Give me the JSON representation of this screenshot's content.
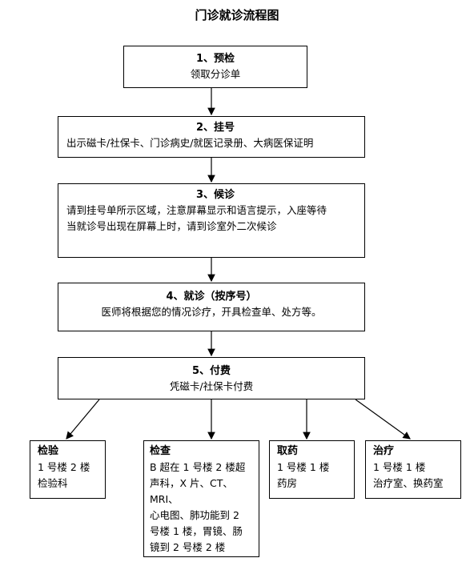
{
  "title": "门诊就诊流程图",
  "steps": [
    {
      "title": "1、预检",
      "text": "领取分诊单"
    },
    {
      "title": "2、挂号",
      "text": "出示磁卡/社保卡、门诊病史/就医记录册、大病医保证明"
    },
    {
      "title": "3、候诊",
      "text_lines": [
        "请到挂号单所示区域，注意屏幕显示和语言提示，入座等待",
        "当就诊号出现在屏幕上时，请到诊室外二次候诊"
      ]
    },
    {
      "title": "4、就诊（按序号）",
      "text": "医师将根据您的情况诊疗，开具检查单、处方等。"
    },
    {
      "title": "5、付费",
      "text": "凭磁卡/社保卡付费"
    }
  ],
  "branches": [
    {
      "title": "检验",
      "lines": [
        "1 号楼 2 楼",
        "检验科"
      ]
    },
    {
      "title": "检查",
      "lines": [
        "B 超在 1 号楼 2 楼超",
        "声科，X 片、CT、MRI、",
        "心电图、肺功能到 2",
        "号楼 1 楼，胃镜、肠",
        "镜到 2 号楼 2 楼"
      ]
    },
    {
      "title": "取药",
      "lines": [
        "1 号楼 1 楼",
        "药房"
      ]
    },
    {
      "title": "治疗",
      "lines": [
        "1 号楼 1 楼",
        "治疗室、换药室"
      ]
    }
  ]
}
